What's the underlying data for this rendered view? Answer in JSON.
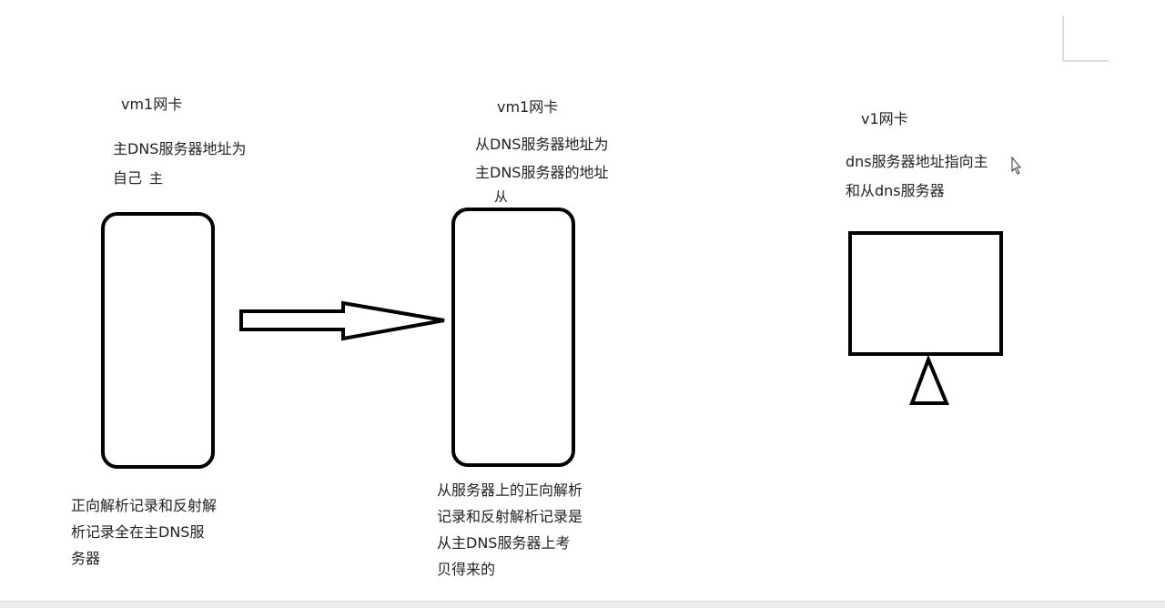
{
  "left": {
    "title": "vm1网卡",
    "desc_line1": "主DNS服务器地址为",
    "desc_line2": "自己",
    "overlay_char": "主",
    "bottom_lines": [
      "正向解析记录和反射解",
      "析记录全在主DNS服",
      "务器"
    ]
  },
  "middle": {
    "title": "vm1网卡",
    "desc_line1": "从DNS服务器地址为",
    "desc_line2": "主DNS服务器的地址",
    "overlay_char": "从",
    "bottom_lines": [
      "从服务器上的正向解析",
      "记录和反射解析记录是",
      "从主DNS服务器上考",
      "贝得来的"
    ]
  },
  "right": {
    "title": "v1网卡",
    "desc_line1": "dns服务器地址指向主",
    "desc_line2": "和从dns服务器"
  },
  "colors": {
    "stroke": "#000000",
    "text": "#222222"
  },
  "icons": {
    "cursor": "mouse-pointer-icon"
  }
}
